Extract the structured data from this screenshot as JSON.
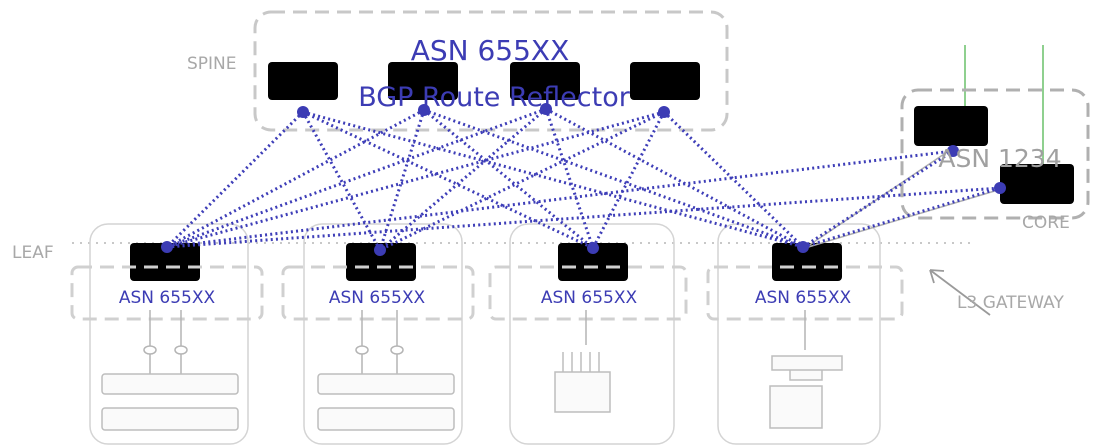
{
  "diagram": {
    "tiers": {
      "spine": "SPINE",
      "leaf": "LEAF",
      "core": "CORE",
      "gateway": "L3 GATEWAY"
    },
    "spine_asn": "ASN 655XX",
    "route_reflector": "BGP Route Reflector",
    "core_asn": "ASN 1234",
    "leafs": [
      {
        "asn": "ASN 655XX"
      },
      {
        "asn": "ASN 655XX"
      },
      {
        "asn": "ASN 655XX"
      },
      {
        "asn": "ASN 655XX"
      }
    ],
    "colors": {
      "links": "#3e3eb8",
      "labels": "#3c3cb4",
      "frames": "#bfbfbf"
    }
  }
}
